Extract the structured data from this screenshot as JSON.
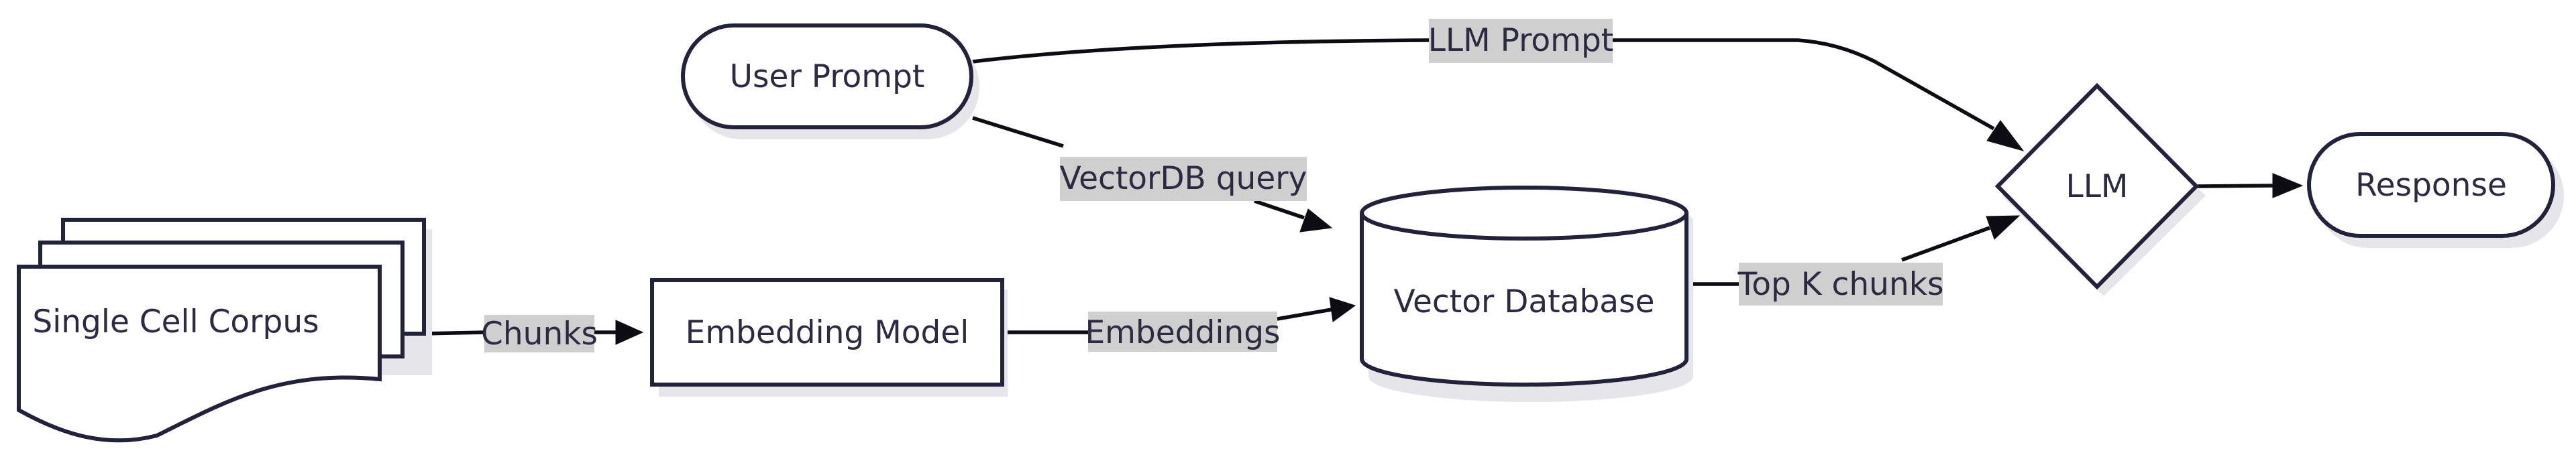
{
  "nodes": {
    "corpus": "Single Cell Corpus",
    "embedding_model": "Embedding Model",
    "user_prompt": "User Prompt",
    "vector_database": "Vector Database",
    "llm": "LLM",
    "response": "Response"
  },
  "edges": {
    "chunks": "Chunks",
    "embeddings": "Embeddings",
    "vectordb_query": "VectorDB query",
    "top_k_chunks": "Top K chunks",
    "llm_prompt": "LLM Prompt"
  },
  "colors": {
    "stroke": "#22223a",
    "edge": "#0c0c12",
    "label_background": "#cfcfcf",
    "text": "#2a2a40"
  }
}
